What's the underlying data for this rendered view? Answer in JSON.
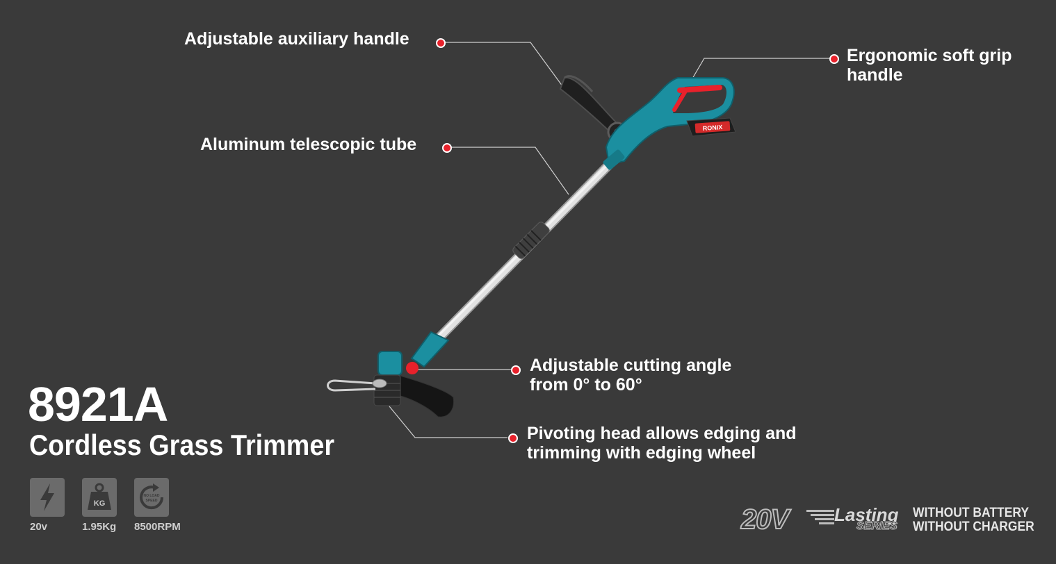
{
  "callouts": {
    "aux_handle": "Adjustable auxiliary handle",
    "grip_line1": "Ergonomic soft grip",
    "grip_line2": "handle",
    "tube": "Aluminum telescopic tube",
    "angle_line1": "Adjustable cutting angle",
    "angle_line2": "from 0° to 60°",
    "pivot_line1": "Pivoting head allows edging and",
    "pivot_line2": "trimming with edging wheel"
  },
  "product": {
    "model": "8921A",
    "name": "Cordless Grass Trimmer"
  },
  "specs": [
    {
      "icon": "lightning-icon",
      "label": "20v"
    },
    {
      "icon": "weight-icon",
      "label": "1.95Kg",
      "icon_text": "KG"
    },
    {
      "icon": "speed-icon",
      "label": "8500RPM",
      "icon_text": "NO LOAD SPEED"
    }
  ],
  "branding": {
    "voltage": "20V",
    "series_name": "Lasting",
    "series_sub": "SERIES",
    "without_battery": "WITHOUT BATTERY",
    "without_charger": "WITHOUT CHARGER",
    "battery_label": "RONIX"
  },
  "colors": {
    "background": "#3a3a3a",
    "accent_red": "#e8212b",
    "tool_teal": "#1b8fa0",
    "tube_silver": "#d5d5d5"
  }
}
